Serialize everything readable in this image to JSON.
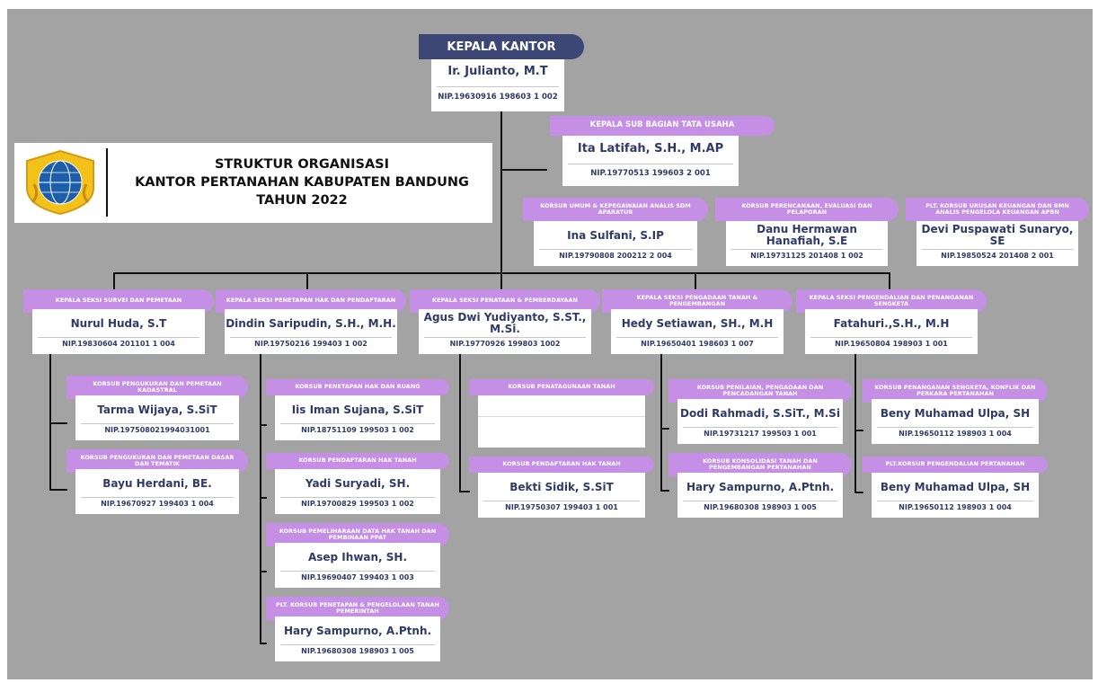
{
  "colors": {
    "background": "#a3a3a3",
    "header": "#c58fe6",
    "top_header": "#3c4776",
    "text": "#2f3b66"
  },
  "title": {
    "line1": "STRUKTUR ORGANISASI",
    "line2": "KANTOR PERTANAHAN KABUPATEN BANDUNG",
    "line3": "TAHUN 2022"
  },
  "logo": {
    "icon": "bpn-logo-emblem"
  },
  "kepala_kantor": {
    "header": "KEPALA KANTOR",
    "name": "Ir. Julianto, M.T",
    "nip": "NIP.19630916 198603 1 002"
  },
  "sub_bagian": {
    "header": "KEPALA SUB BAGIAN TATA USAHA",
    "name": "Ita Latifah, S.H., M.AP",
    "nip": "NIP.19770513 199603 2 001"
  },
  "korsub_tu": [
    {
      "header": "KORSUB UMUM & KEPEGAWAIAN ANALIS SDM APARATUR",
      "name": "Ina Sulfani, S.IP",
      "nip": "NIP.19790808 200212 2 004"
    },
    {
      "header": "KORSUB PERENCANAAN, EVALUASI DAN PELAPORAN",
      "name": "Danu Hermawan Hanafiah, S.E",
      "nip": "NIP.19731125 201408 1 002"
    },
    {
      "header": "Plt. KORSUB URUSAN KEUANGAN DAN BMN ANALIS PENGELOLA KEUANGAN APBN",
      "name": "Devi Puspawati Sunaryo, SE",
      "nip": "NIP.19850524 201408 2 001"
    }
  ],
  "seksi": [
    {
      "header": "KEPALA SEKSI SURVEI DAN PEMETAAN",
      "name": "Nurul Huda, S.T",
      "nip": "NIP.19830604 201101 1 004",
      "korsub": [
        {
          "header": "KORSUB PENGUKURAN DAN PEMETAAN KADASTRAL",
          "name": "Tarma Wijaya, S.SiT",
          "nip": "NIP.197508021994031001"
        },
        {
          "header": "KORSUB PENGUKURAN DAN PEMETAAN DASAR DAN TEMATIK",
          "name": "Bayu Herdani, BE.",
          "nip": "NIP.19670927 199403 1 004"
        }
      ]
    },
    {
      "header": "KEPALA SEKSI PENETAPAN HAK DAN PENDAFTARAN",
      "name": "Dindin Saripudin, S.H., M.H.",
      "nip": "NIP.19750216 199403 1 002",
      "korsub": [
        {
          "header": "KORSUB PENETAPAN HAK DAN RUANG",
          "name": "Iis Iman Sujana, S.SiT",
          "nip": "NIP.18751109 199503 1 002"
        },
        {
          "header": "KORSUB PENDAFTARAN HAK TANAH",
          "name": "Yadi Suryadi, SH.",
          "nip": "NIP.19700829 199503 1 002"
        },
        {
          "header": "KORSUB PEMELIHARAAN DATA HAK TANAH DAN PEMBINAAN PPAT",
          "name": "Asep Ihwan, SH.",
          "nip": "NIP.19690407 199403 1 003"
        },
        {
          "header": "Plt. KORSUB PENETAPAN & PENGELOLAAN TANAH PEMERINTAH",
          "name": "Hary Sampurno, A.Ptnh.",
          "nip": "NIP.19680308 198903 1 005"
        }
      ]
    },
    {
      "header": "KEPALA SEKSI PENATAAN & PEMBERDAYAAN",
      "name": "Agus Dwi Yudiyanto, S.ST., M.Si.",
      "nip": "NIP.19770926 199803 1002",
      "korsub": [
        {
          "header": "KORSUB PENATAGUNAAN TANAH",
          "name": "",
          "nip": ""
        },
        {
          "header": "KORSUB PENDAFTARAN HAK TANAH",
          "name": "Bekti Sidik, S.SiT",
          "nip": "NIP.19750307 199403 1 001"
        }
      ]
    },
    {
      "header": "KEPALA SEKSI PENGADAAN TANAH & PENGEMBANGAN",
      "name": "Hedy Setiawan, SH., M.H",
      "nip": "NIP.19650401 198603 1 007",
      "korsub": [
        {
          "header": "KORSUB PENILAIAN, PENGADAAN DAN PENCADANGAN TANAH",
          "name": "Dodi Rahmadi, S.SiT., M.Si",
          "nip": "NIP.19731217 199503 1 001"
        },
        {
          "header": "KORSUB KONSOLIDASI TANAH DAN PENGEMBANGAN PERTANAHAN",
          "name": "Hary Sampurno, A.Ptnh.",
          "nip": "NIP.19680308 198903 1 005"
        }
      ]
    },
    {
      "header": "KEPALA SEKSI PENGENDALIAN DAN PENANGANAN SENGKETA",
      "name": "Fatahuri.,S.H., M.H",
      "nip": "NIP.19650804 198903 1 001",
      "korsub": [
        {
          "header": "KORSUB PENANGANAN SENGKETA, KONFLIK DAN PERKARA PERTANAHAN",
          "name": "Beny Muhamad Ulpa, SH",
          "nip": "NIP.19650112 198903 1 004"
        },
        {
          "header": "Plt.KORSUB PENGENDALIAN PERTANAHAN",
          "name": "Beny Muhamad Ulpa, SH",
          "nip": "NIP.19650112 198903 1 004"
        }
      ]
    }
  ]
}
